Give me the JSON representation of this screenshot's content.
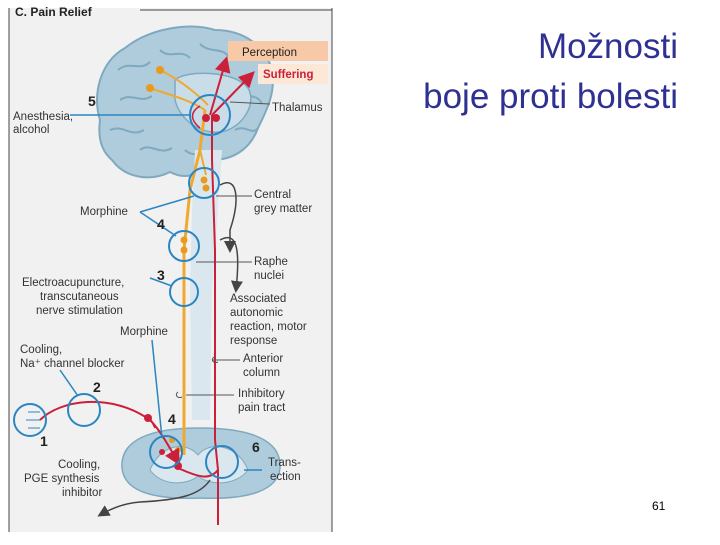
{
  "slide": {
    "title_line1": "Možnosti",
    "title_line2": "boje proti bolesti",
    "page_number": "61"
  },
  "figure": {
    "heading": "C. Pain Relief",
    "labels": {
      "perception": "Perception",
      "suffering": "Suffering",
      "thalamus": "Thalamus",
      "anesthesia_1": "Anesthesia,",
      "anesthesia_2": "alcohol",
      "central_grey_1": "Central",
      "central_grey_2": "grey matter",
      "morphine_upper": "Morphine",
      "raphe_1": "Raphe",
      "raphe_2": "nuclei",
      "electro_1": "Electroacupuncture,",
      "electro_2": "transcutaneous",
      "electro_3": "nerve stimulation",
      "associated_1": "Associated",
      "associated_2": "autonomic",
      "associated_3": "reaction, motor",
      "associated_4": "response",
      "morphine_lower": "Morphine",
      "cooling_1": "Cooling,",
      "cooling_2": "Na⁺ channel blocker",
      "anterior_1": "Anterior",
      "anterior_2": "column",
      "inhibitory_1": "Inhibitory",
      "inhibitory_2": "pain tract",
      "cooling_pge_1": "Cooling,",
      "cooling_pge_2": "PGE synthesis",
      "cooling_pge_3": "inhibitor",
      "transection_1": "Trans-",
      "transection_2": "ection"
    },
    "numbers": {
      "n1": "1",
      "n2": "2",
      "n3": "3",
      "n4_upper": "4",
      "n4_lower": "4",
      "n5": "5",
      "n6": "6"
    },
    "colors": {
      "brain": "#aeccdc",
      "brain_dark": "#7fa9bf",
      "panel_bg": "#f1f1f1",
      "pain_path": "#cc1f39",
      "inhibit_path": "#f0a92e",
      "grey_path": "#555555",
      "circle": "#2a86c2",
      "label_box": "#f7c9a6",
      "title": "#2e3192"
    }
  }
}
